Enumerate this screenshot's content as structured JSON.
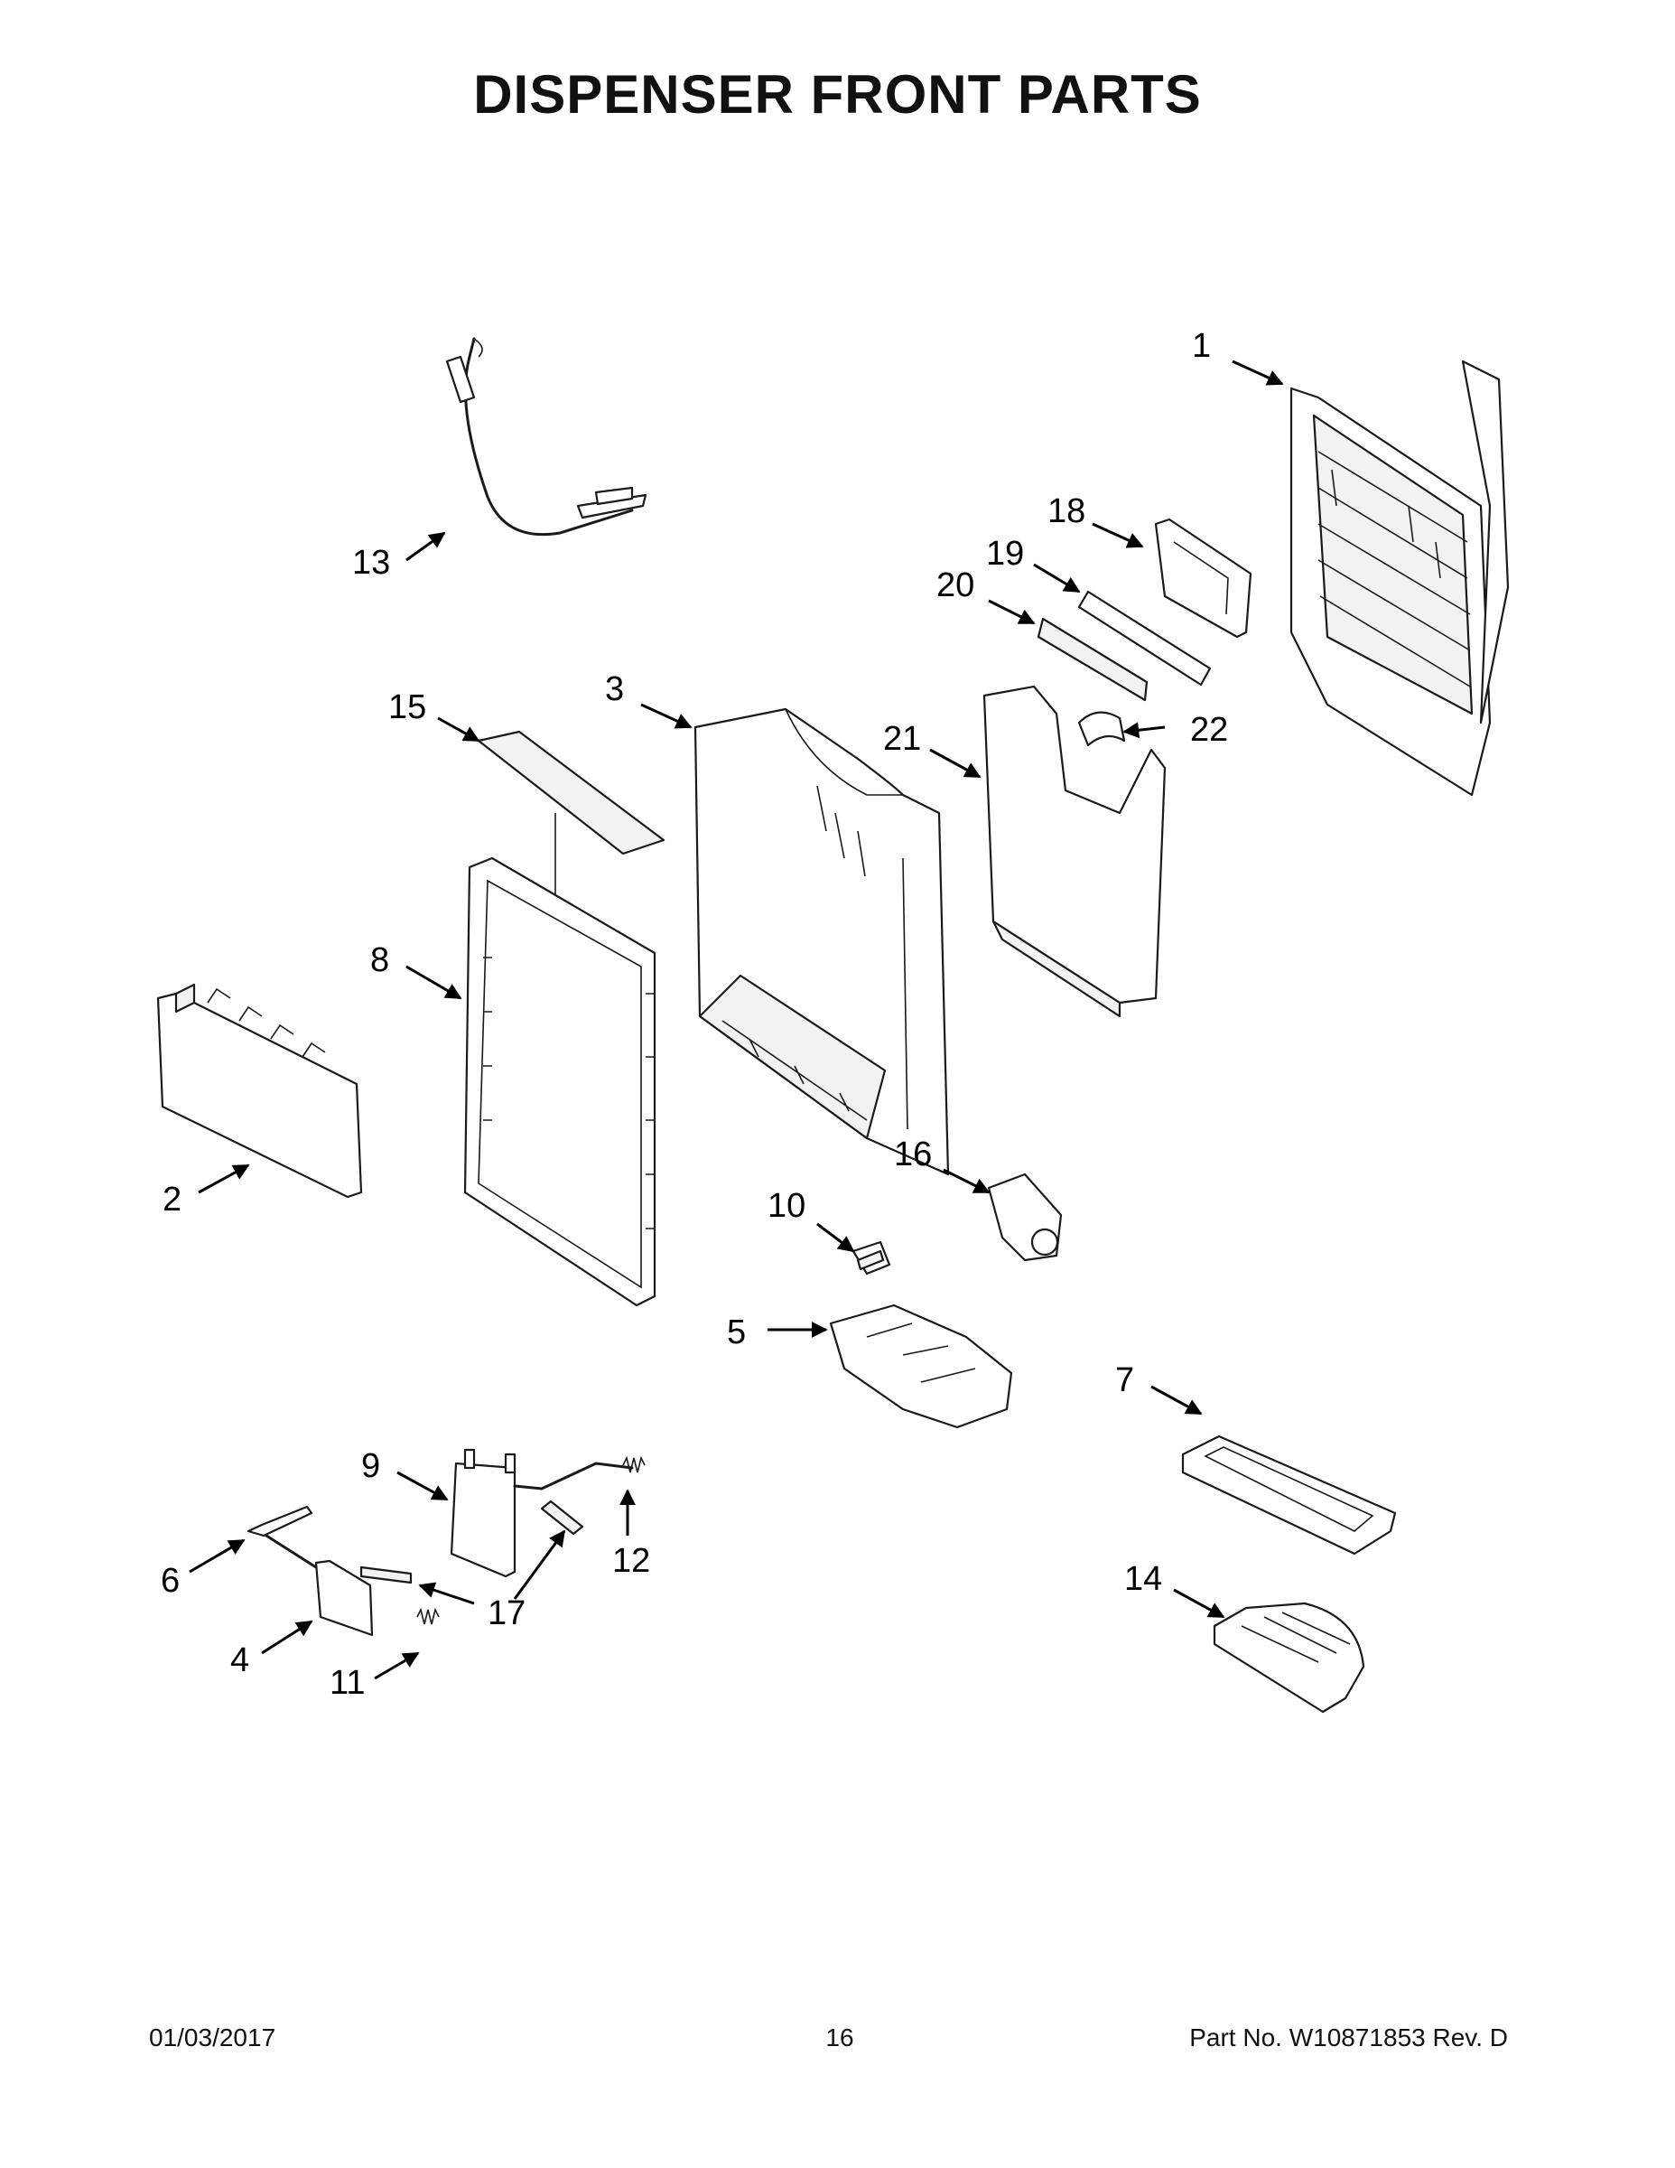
{
  "title": "DISPENSER FRONT PARTS",
  "callouts": [
    "1",
    "2",
    "3",
    "4",
    "5",
    "6",
    "7",
    "8",
    "9",
    "10",
    "11",
    "12",
    "13",
    "14",
    "15",
    "16",
    "17",
    "18",
    "19",
    "20",
    "21",
    "22"
  ],
  "footer": {
    "date": "01/03/2017",
    "page": "16",
    "part_number": "Part No.  W10871853  Rev.  D"
  }
}
